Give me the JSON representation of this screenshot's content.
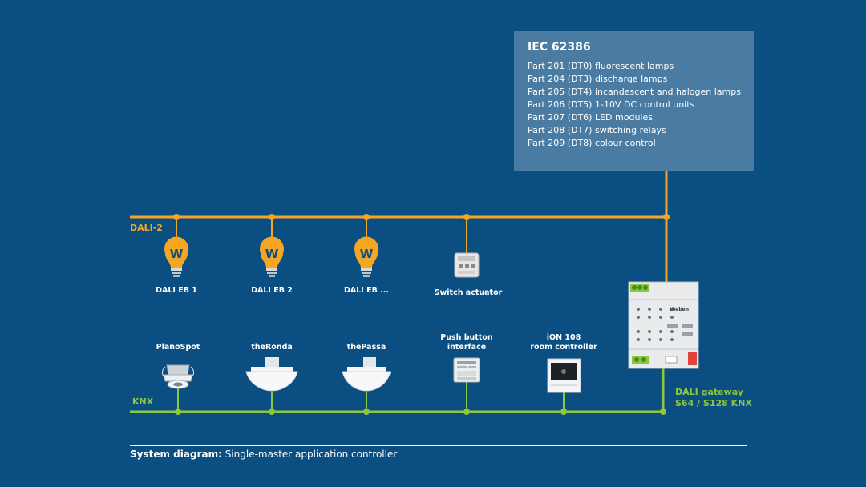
{
  "standard": {
    "title": "IEC 62386",
    "parts": [
      "Part 201 (DT0) fluorescent lamps",
      "Part 204 (DT3) discharge lamps",
      "Part 205 (DT4) incandescent and halogen lamps",
      "Part 206 (DT5) 1-10V DC control units",
      "Part 207 (DT6) LED modules",
      "Part 208 (DT7) switching relays",
      "Part 209 (DT8) colour control"
    ]
  },
  "buses": {
    "dali": "DALI-2",
    "knx": "KNX"
  },
  "dali_devices": [
    {
      "label": "DALI EB 1",
      "icon": "bulb-icon"
    },
    {
      "label": "DALI EB 2",
      "icon": "bulb-icon"
    },
    {
      "label": "DALI EB ...",
      "icon": "bulb-icon"
    },
    {
      "label": "Switch actuator",
      "icon": "switch-actuator-icon"
    }
  ],
  "knx_devices": [
    {
      "label": "PlanoSpot",
      "icon": "ceiling-sensor-icon"
    },
    {
      "label": "theRonda",
      "icon": "ceiling-sensor-icon"
    },
    {
      "label": "thePassa",
      "icon": "ceiling-sensor-icon"
    },
    {
      "label_line1": "Push button",
      "label_line2": "interface",
      "icon": "push-button-interface-icon"
    },
    {
      "label_line1": "iON 108",
      "label_line2": "room controller",
      "icon": "room-controller-icon"
    }
  ],
  "gateway": {
    "line1": "DALI gateway",
    "line2": "S64 / S128 KNX",
    "brand": "theben",
    "icon": "din-rail-gateway-icon"
  },
  "bulb_glyph": "W",
  "footer": {
    "bold": "System diagram:",
    "text": " Single-master application controller"
  },
  "colors": {
    "background": "#0a4e82",
    "dali": "#f5a623",
    "knx": "#8dc63f",
    "box": "#4a7ca3"
  }
}
